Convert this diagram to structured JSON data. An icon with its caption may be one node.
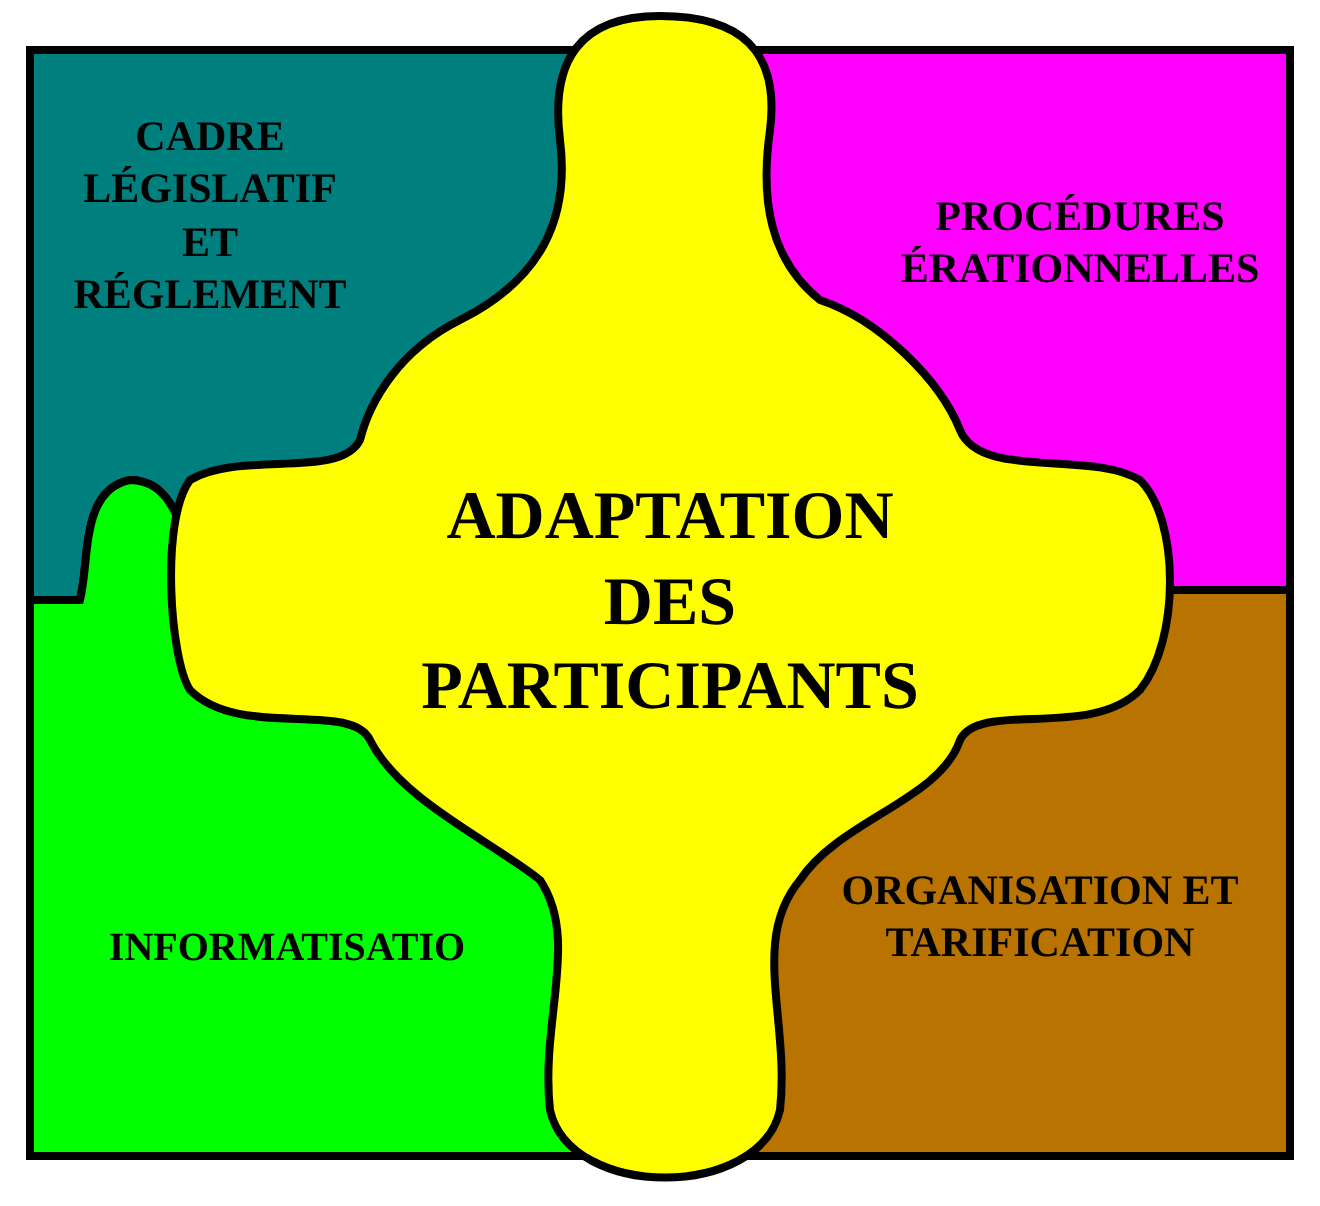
{
  "diagram": {
    "nodes": [
      {
        "text": [
          "CADRE LÉGISLATIF ET RÉGLEMENT"
        ]
      },
      {
        "text": [
          "PROCÉDURES ÉRATIONNELLES"
        ]
      },
      {
        "text": [
          "INFORMATISATIO"
        ]
      },
      {
        "text": [
          "ORGANISATION ET TARIFICATION"
        ]
      },
      {
        "text": [
          "ADAPTATION DES PARTICIPANTS"
        ]
      }
    ]
  }
}
